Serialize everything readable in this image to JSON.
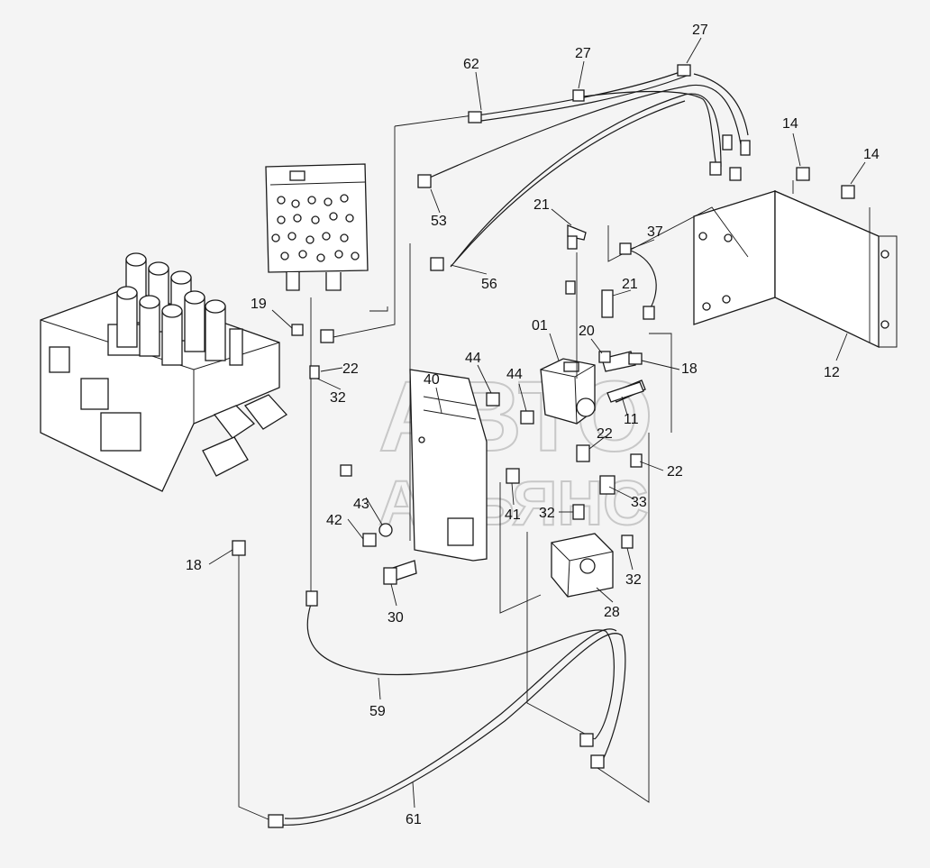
{
  "watermark": {
    "line1": "АВТО",
    "line2": "АЛЬЯНС"
  },
  "callouts": [
    {
      "id": "c62a",
      "label": "62"
    },
    {
      "id": "c27a",
      "label": "27"
    },
    {
      "id": "c27b",
      "label": "27"
    },
    {
      "id": "c14a",
      "label": "14"
    },
    {
      "id": "c14b",
      "label": "14"
    },
    {
      "id": "c53",
      "label": "53"
    },
    {
      "id": "c21a",
      "label": "21"
    },
    {
      "id": "c37",
      "label": "37"
    },
    {
      "id": "c56",
      "label": "56"
    },
    {
      "id": "c21b",
      "label": "21"
    },
    {
      "id": "c19",
      "label": "19"
    },
    {
      "id": "c01",
      "label": "01"
    },
    {
      "id": "c20",
      "label": "20"
    },
    {
      "id": "c12",
      "label": "12"
    },
    {
      "id": "c44a",
      "label": "44"
    },
    {
      "id": "c22a",
      "label": "22"
    },
    {
      "id": "c44b",
      "label": "44"
    },
    {
      "id": "c18a",
      "label": "18"
    },
    {
      "id": "c40",
      "label": "40"
    },
    {
      "id": "c32a",
      "label": "32"
    },
    {
      "id": "c11",
      "label": "11"
    },
    {
      "id": "c22b",
      "label": "22"
    },
    {
      "id": "c22c",
      "label": "22"
    },
    {
      "id": "c43",
      "label": "43"
    },
    {
      "id": "c33",
      "label": "33"
    },
    {
      "id": "c41",
      "label": "41"
    },
    {
      "id": "c32b",
      "label": "32"
    },
    {
      "id": "c42",
      "label": "42"
    },
    {
      "id": "c18b",
      "label": "18"
    },
    {
      "id": "c32c",
      "label": "32"
    },
    {
      "id": "c28",
      "label": "28"
    },
    {
      "id": "c30",
      "label": "30"
    },
    {
      "id": "c59",
      "label": "59"
    },
    {
      "id": "c61",
      "label": "61"
    }
  ]
}
